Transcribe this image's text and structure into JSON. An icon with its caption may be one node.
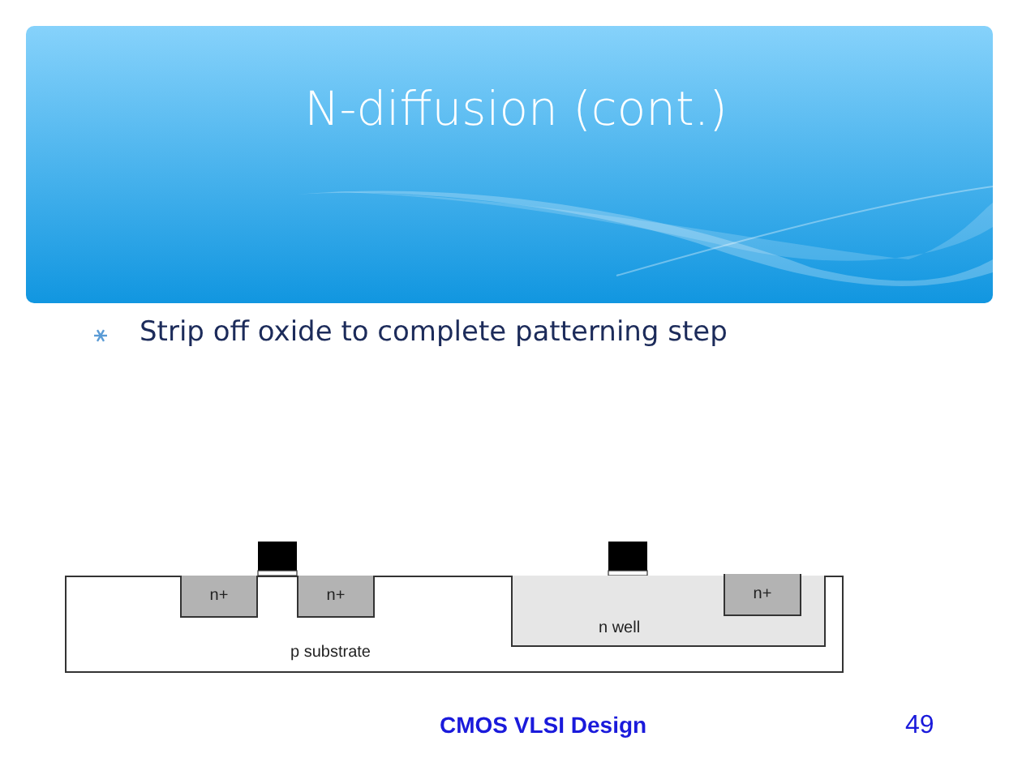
{
  "diagram": {
    "title": "N-diffusion (cont.)",
    "nodes": [
      {
        "text": [
          "p substrate"
        ]
      },
      {
        "text": [
          "n+"
        ],
        "in": 0
      },
      {
        "text": [
          "n+"
        ],
        "in": 0
      },
      {
        "text": [
          "n well"
        ],
        "in": 0
      },
      {
        "text": [
          "n+"
        ],
        "in": 3
      }
    ],
    "labels": [
      "Strip off oxide to complete patterning step",
      "CMOS VLSI Design",
      "49"
    ]
  }
}
